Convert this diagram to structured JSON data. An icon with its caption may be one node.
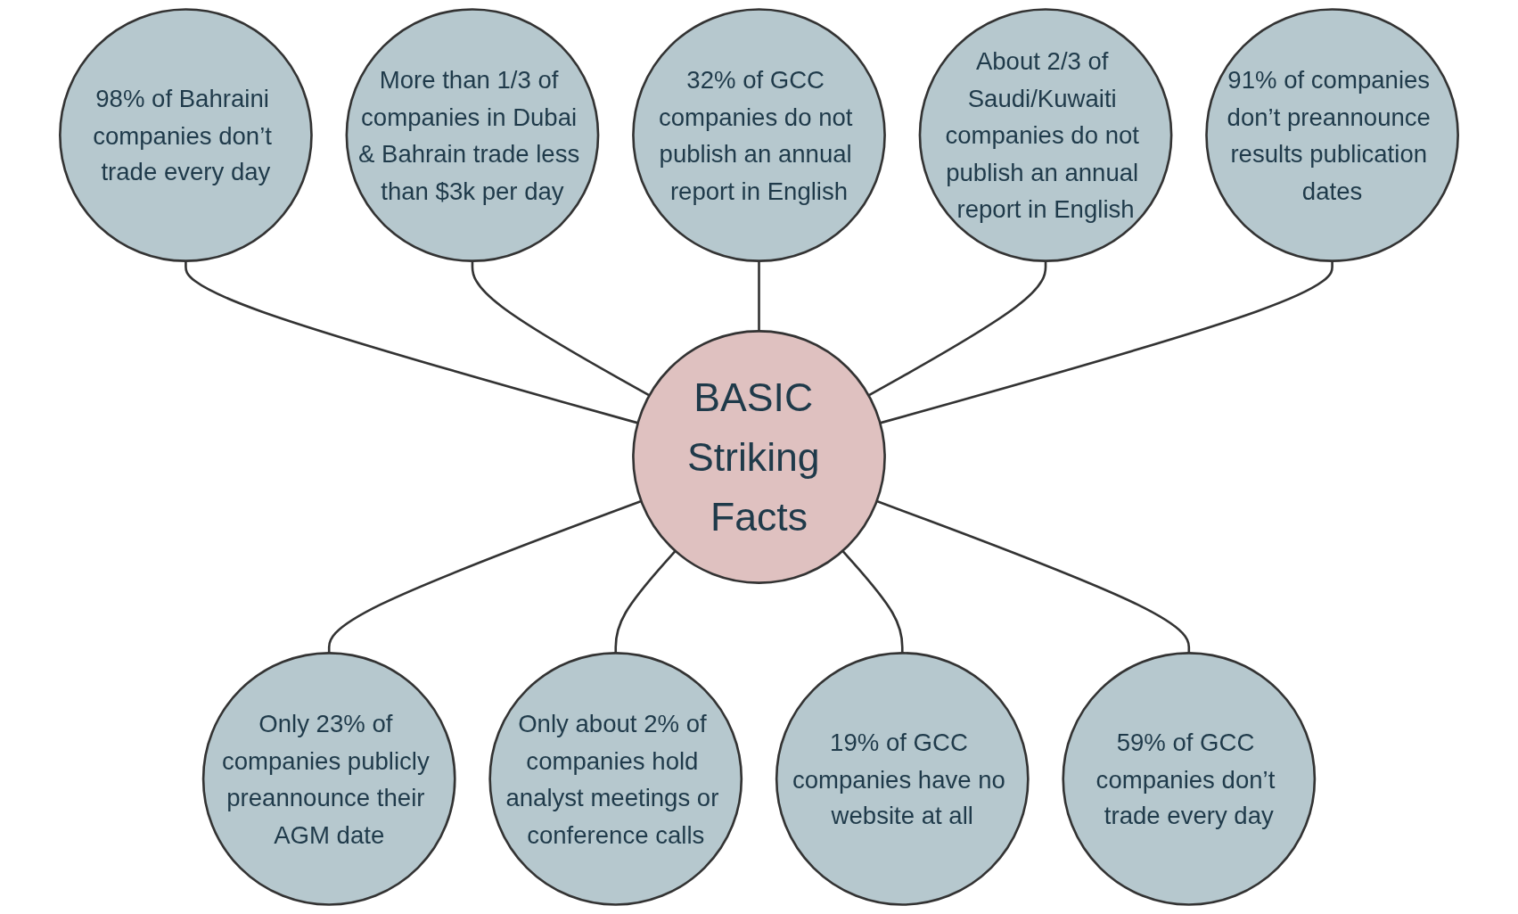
{
  "diagram": {
    "nodes": [
      {
        "text": [
          "BASIC Striking Facts"
        ]
      },
      {
        "text": [
          "32% of GCC companies do not publish an annual report in English"
        ]
      },
      {
        "text": [
          "About 2/3 of Saudi/Kuwaiti companies do not publish an annual report in English"
        ]
      },
      {
        "text": [
          "91% of companies don’t preannounce results publication dates"
        ]
      },
      {
        "text": [
          "Only 23% of companies publicly preannounce their AGM date"
        ]
      },
      {
        "text": [
          "Only about 2% of companies hold analyst meetings or conference calls"
        ]
      },
      {
        "text": [
          "19% of GCC companies have no website at all"
        ]
      },
      {
        "text": [
          "59% of GCC companies don’t trade every day"
        ]
      },
      {
        "text": [
          "98% of Bahraini companies don’t trade every day"
        ]
      },
      {
        "text": [
          "More than 1/3 of companies in Dubai & Bahrain trade less than $3k per day"
        ]
      }
    ],
    "edges": [
      {
        "from": 8,
        "to": 0,
        "arrow": "none"
      },
      {
        "from": 9,
        "to": 0,
        "arrow": "none"
      },
      {
        "from": 1,
        "to": 0,
        "arrow": "none"
      },
      {
        "from": 2,
        "to": 0,
        "arrow": "none"
      },
      {
        "from": 3,
        "to": 0,
        "arrow": "none"
      },
      {
        "from": 0,
        "to": 4,
        "arrow": "none"
      },
      {
        "from": 0,
        "to": 5,
        "arrow": "none"
      },
      {
        "from": 0,
        "to": 6,
        "arrow": "none"
      },
      {
        "from": 0,
        "to": 7,
        "arrow": "none"
      }
    ]
  }
}
